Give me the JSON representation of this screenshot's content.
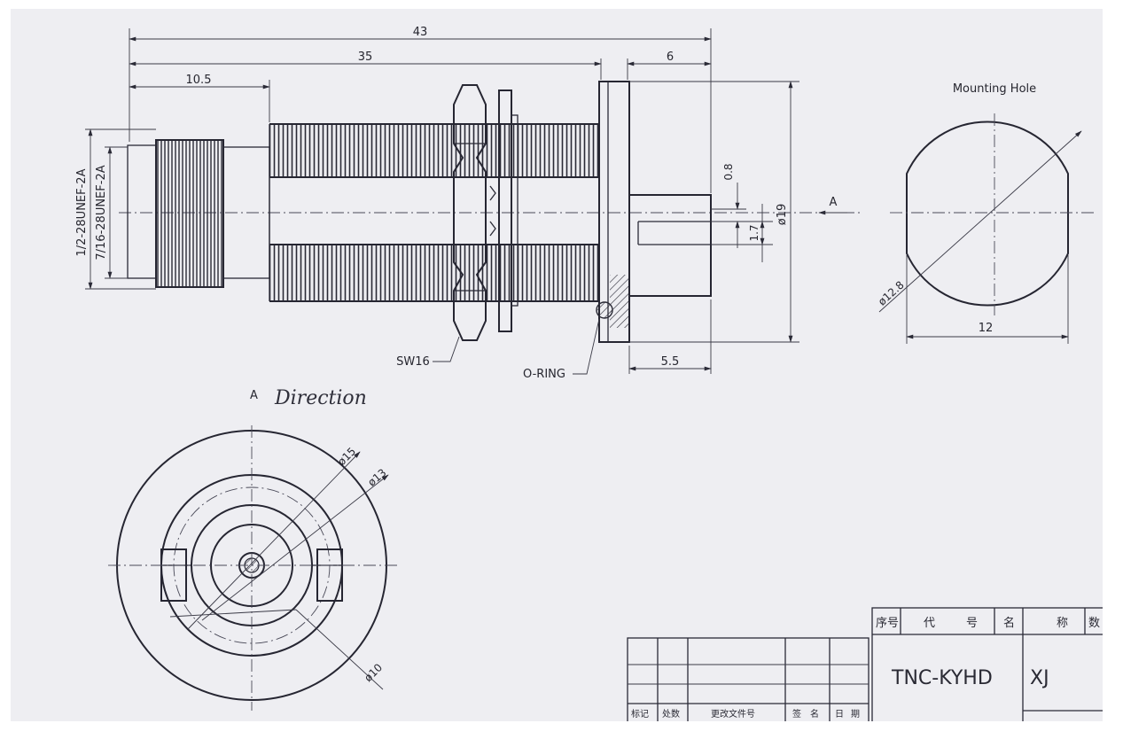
{
  "drawing": {
    "dimensions": {
      "overall_length": "43",
      "body_length": "35",
      "front_length": "10.5",
      "flange_length": "6",
      "thread_outer": "1/2-28UNEF-2A",
      "thread_inner": "7/16-28UNEF-2A",
      "slot_width": "0.8",
      "slot_depth": "1.7",
      "flange_diameter": "ø19",
      "rear_length": "5.5",
      "hole_diameter": "ø12.8",
      "hole_flat": "12",
      "end_d15": "ø15",
      "end_d13": "ø13",
      "end_d10": "ø10"
    },
    "labels": {
      "view_arrow": "A",
      "nut": "SW16",
      "oring": "O-RING",
      "mounting_hole": "Mounting Hole",
      "view_a_letter": "A",
      "view_a_word": "Direction"
    }
  },
  "title_block": {
    "headers": [
      "序号",
      "代",
      "号",
      "名",
      "称",
      "数"
    ],
    "part_code": "TNC-KYHD",
    "part_name": "XJ",
    "footer": [
      "标记",
      "处数",
      "更改文件号",
      "签",
      "名",
      "日",
      "期"
    ]
  }
}
